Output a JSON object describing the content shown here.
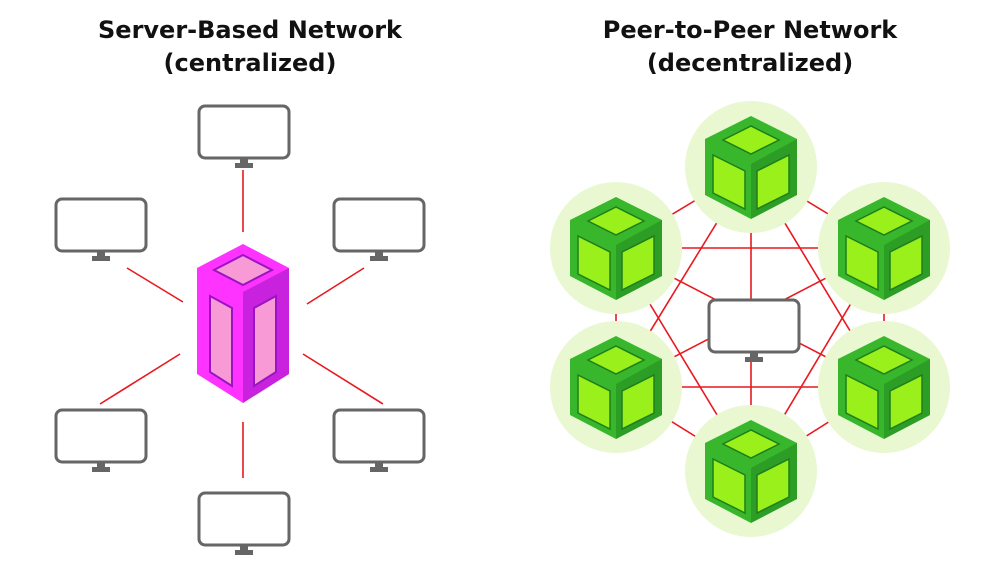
{
  "left_panel": {
    "title_line1": "Server-Based Network",
    "title_line2": "(centralized)",
    "server_icon": "server-tower-icon",
    "client_icon": "monitor-icon",
    "client_count": 6
  },
  "right_panel": {
    "title_line1": "Peer-to-Peer Network",
    "title_line2": "(decentralized)",
    "peer_icon": "cube-node-icon",
    "center_icon": "monitor-icon",
    "peer_count": 6
  },
  "colors": {
    "link": "#e8191f",
    "monitor_stroke": "#666666",
    "server_fill": "#ff33ff",
    "server_dark": "#9a14c4",
    "server_inner": "#f79ad6",
    "cube_face": "#38b72c",
    "cube_dark": "#1f7e1c",
    "cube_inner": "#99f01a",
    "cube_halo": "#e9f8d0"
  }
}
